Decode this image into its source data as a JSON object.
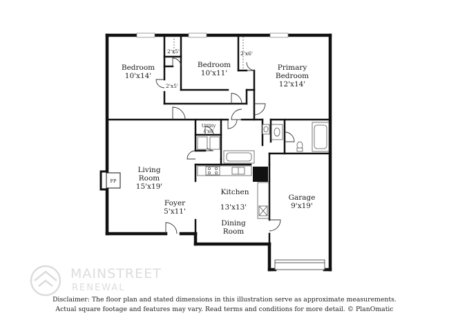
{
  "rooms": {
    "bedroom1": {
      "name": "Bedroom",
      "dim": "10'x14'"
    },
    "bedroom2": {
      "name": "Bedroom",
      "dim": "10'x11'"
    },
    "primary": {
      "name1": "Primary",
      "name2": "Bedroom",
      "dim": "12'x14'"
    },
    "living": {
      "name1": "Living",
      "name2": "Room",
      "dim": "15'x19'"
    },
    "foyer": {
      "name": "Foyer",
      "dim": "5'x11'"
    },
    "kitchen": {
      "name": "Kitchen",
      "dim": "13'x13'"
    },
    "dining": {
      "name1": "Dining",
      "name2": "Room"
    },
    "garage": {
      "name": "Garage",
      "dim": "9'x19'"
    },
    "utility": {
      "name": "Utility",
      "dim": "4'x8'"
    }
  },
  "closets": {
    "c1": "2'x5'",
    "c2": "2'x5'",
    "c3": "2'x6'"
  },
  "fireplace": "FP",
  "watermark": {
    "brand": "MAINSTREET",
    "sub": "RENEWAL"
  },
  "disclaimer": {
    "line1": "Disclaimer: The floor plan and stated dimensions in this illustration serve as approximate measurements.",
    "line2": "Actual square footage and features may vary. Read terms and conditions for more detail. © PlanOmatic"
  },
  "colors": {
    "wall": "#111111",
    "fixture": "#555555",
    "watermark": "#dcdcdc"
  }
}
